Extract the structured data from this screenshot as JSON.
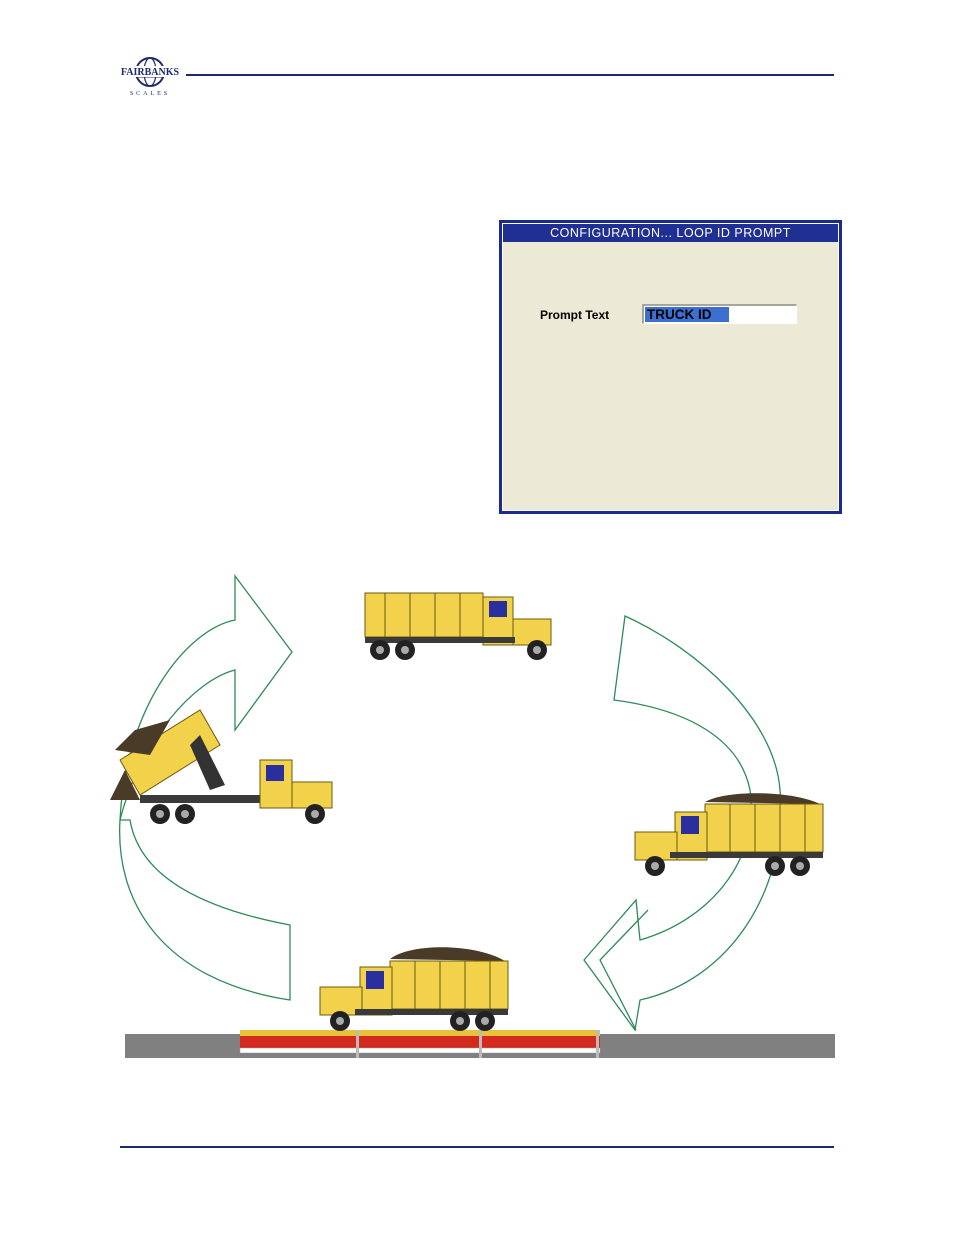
{
  "header": {
    "logo_text": "FAIRBANKS",
    "logo_subtext": "SCALES"
  },
  "dialog": {
    "title": "CONFIGURATION... LOOP ID PROMPT",
    "field_label": "Prompt Text",
    "field_value": "TRUCK ID"
  },
  "colors": {
    "rule": "#1b2a6b",
    "dialog_frame": "#1a2b8c",
    "dialog_bg": "#ece9d6",
    "selection": "#3b6fd0",
    "truck_body": "#f2d24a",
    "scale_deck": "#d42a1e",
    "arrow_stroke": "#2e8b57"
  },
  "illustration": {
    "icons": [
      "empty-dump-truck-icon",
      "dumping-truck-icon",
      "loaded-truck-icon",
      "truck-on-scale-icon",
      "cycle-arrow-icon"
    ]
  }
}
